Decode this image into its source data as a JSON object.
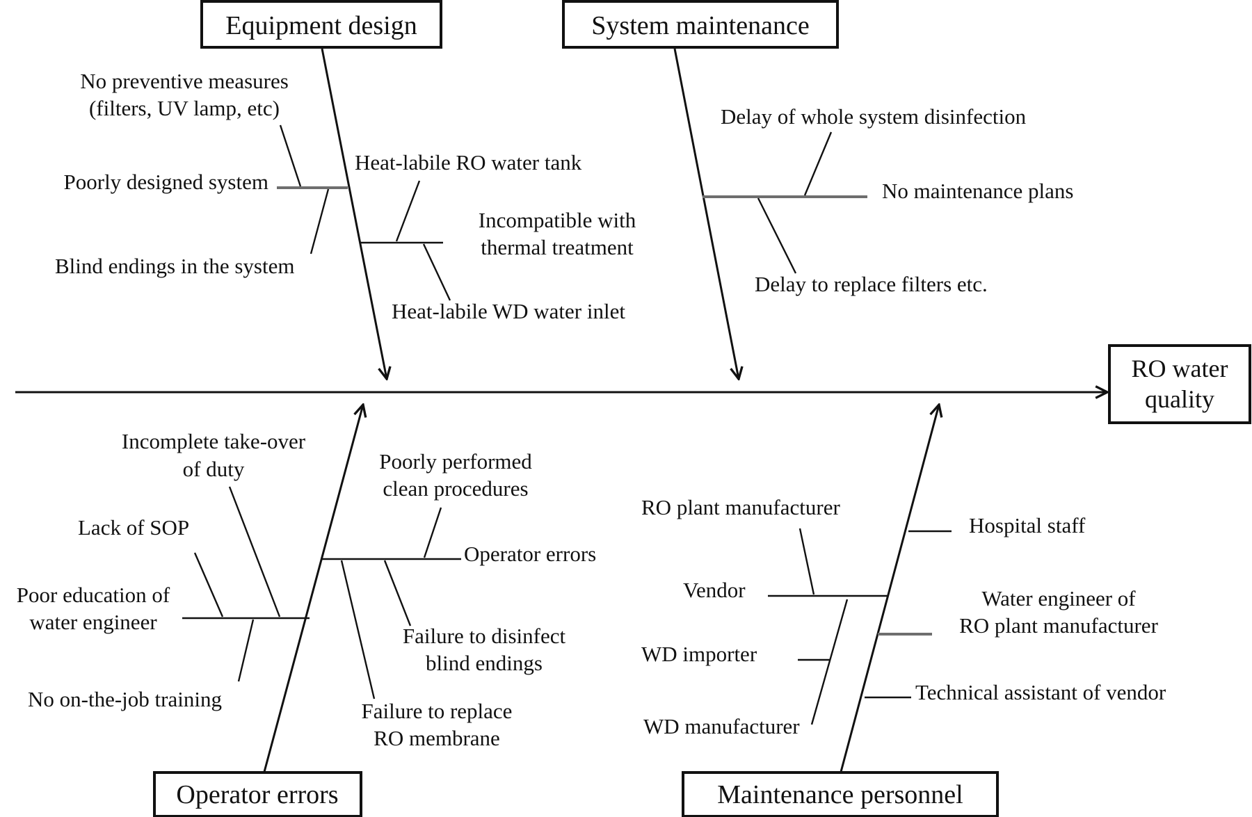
{
  "effect": {
    "line1": "RO water",
    "line2": "quality"
  },
  "categories": {
    "equipment_design": "Equipment design",
    "system_maintenance": "System maintenance",
    "operator_errors": "Operator errors",
    "maintenance_personnel": "Maintenance personnel"
  },
  "equipment_design": {
    "no_preventive_1": "No preventive measures",
    "no_preventive_2": "(filters, UV lamp, etc)",
    "poorly_designed": "Poorly designed system",
    "blind_endings": "Blind endings in the system",
    "heat_labile_tank": "Heat-labile RO water tank",
    "incompatible_1": "Incompatible with",
    "incompatible_2": "thermal treatment",
    "heat_labile_inlet": "Heat-labile WD water inlet"
  },
  "system_maintenance": {
    "delay_disinfection": "Delay of whole system disinfection",
    "no_plans": "No maintenance plans",
    "delay_filters": "Delay to replace filters etc."
  },
  "operator_errors": {
    "takeover_1": "Incomplete take-over",
    "takeover_2": "of duty",
    "lack_sop": "Lack of SOP",
    "poor_edu_1": "Poor education of",
    "poor_edu_2": "water engineer",
    "no_training": "No on-the-job training",
    "clean_1": "Poorly performed",
    "clean_2": "clean procedures",
    "operator_errors_sub": "Operator errors",
    "fail_disinfect_1": "Failure to disinfect",
    "fail_disinfect_2": "blind endings",
    "fail_replace_1": "Failure to replace",
    "fail_replace_2": "RO membrane"
  },
  "maintenance_personnel": {
    "ro_manufacturer": "RO plant manufacturer",
    "hospital_staff": "Hospital staff",
    "vendor": "Vendor",
    "water_eng_1": "Water engineer of",
    "water_eng_2": "RO plant manufacturer",
    "wd_importer": "WD importer",
    "tech_assistant": "Technical assistant of vendor",
    "wd_manufacturer": "WD manufacturer"
  }
}
